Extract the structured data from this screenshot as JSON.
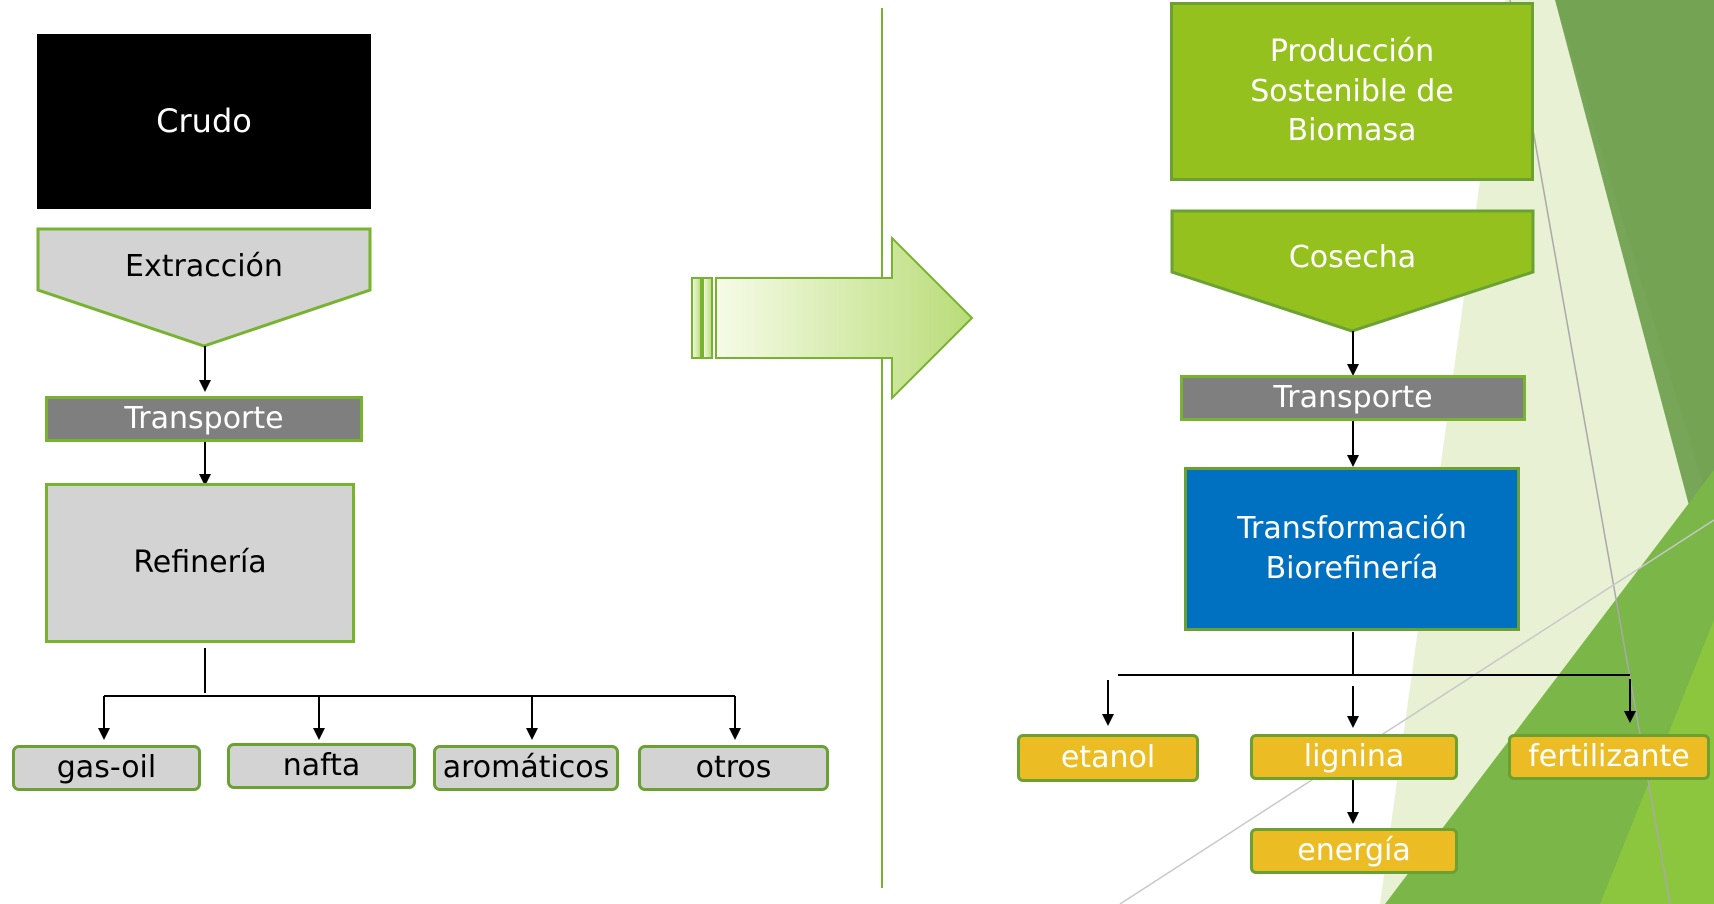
{
  "left": {
    "crude": "Crudo",
    "extraction": "Extracción",
    "transport": "Transporte",
    "refinery": "Refinería",
    "products": [
      "gas-oil",
      "nafta",
      "aromáticos",
      "otros"
    ]
  },
  "right": {
    "production": [
      "Producción",
      "Sostenible de",
      "Biomasa"
    ],
    "harvest": "Cosecha",
    "transport": "Transporte",
    "transformation": [
      "Transformación",
      "Biorefinería"
    ],
    "products": [
      "etanol",
      "lignina",
      "fertilizante"
    ],
    "energy": "energía"
  },
  "colors": {
    "green_accent": "#95c11f",
    "green_border": "#77b32f",
    "blue": "#0070c0",
    "gold": "#ebbc23",
    "gray": "#d3d3d3",
    "dark_gray": "#7f7f7f"
  }
}
